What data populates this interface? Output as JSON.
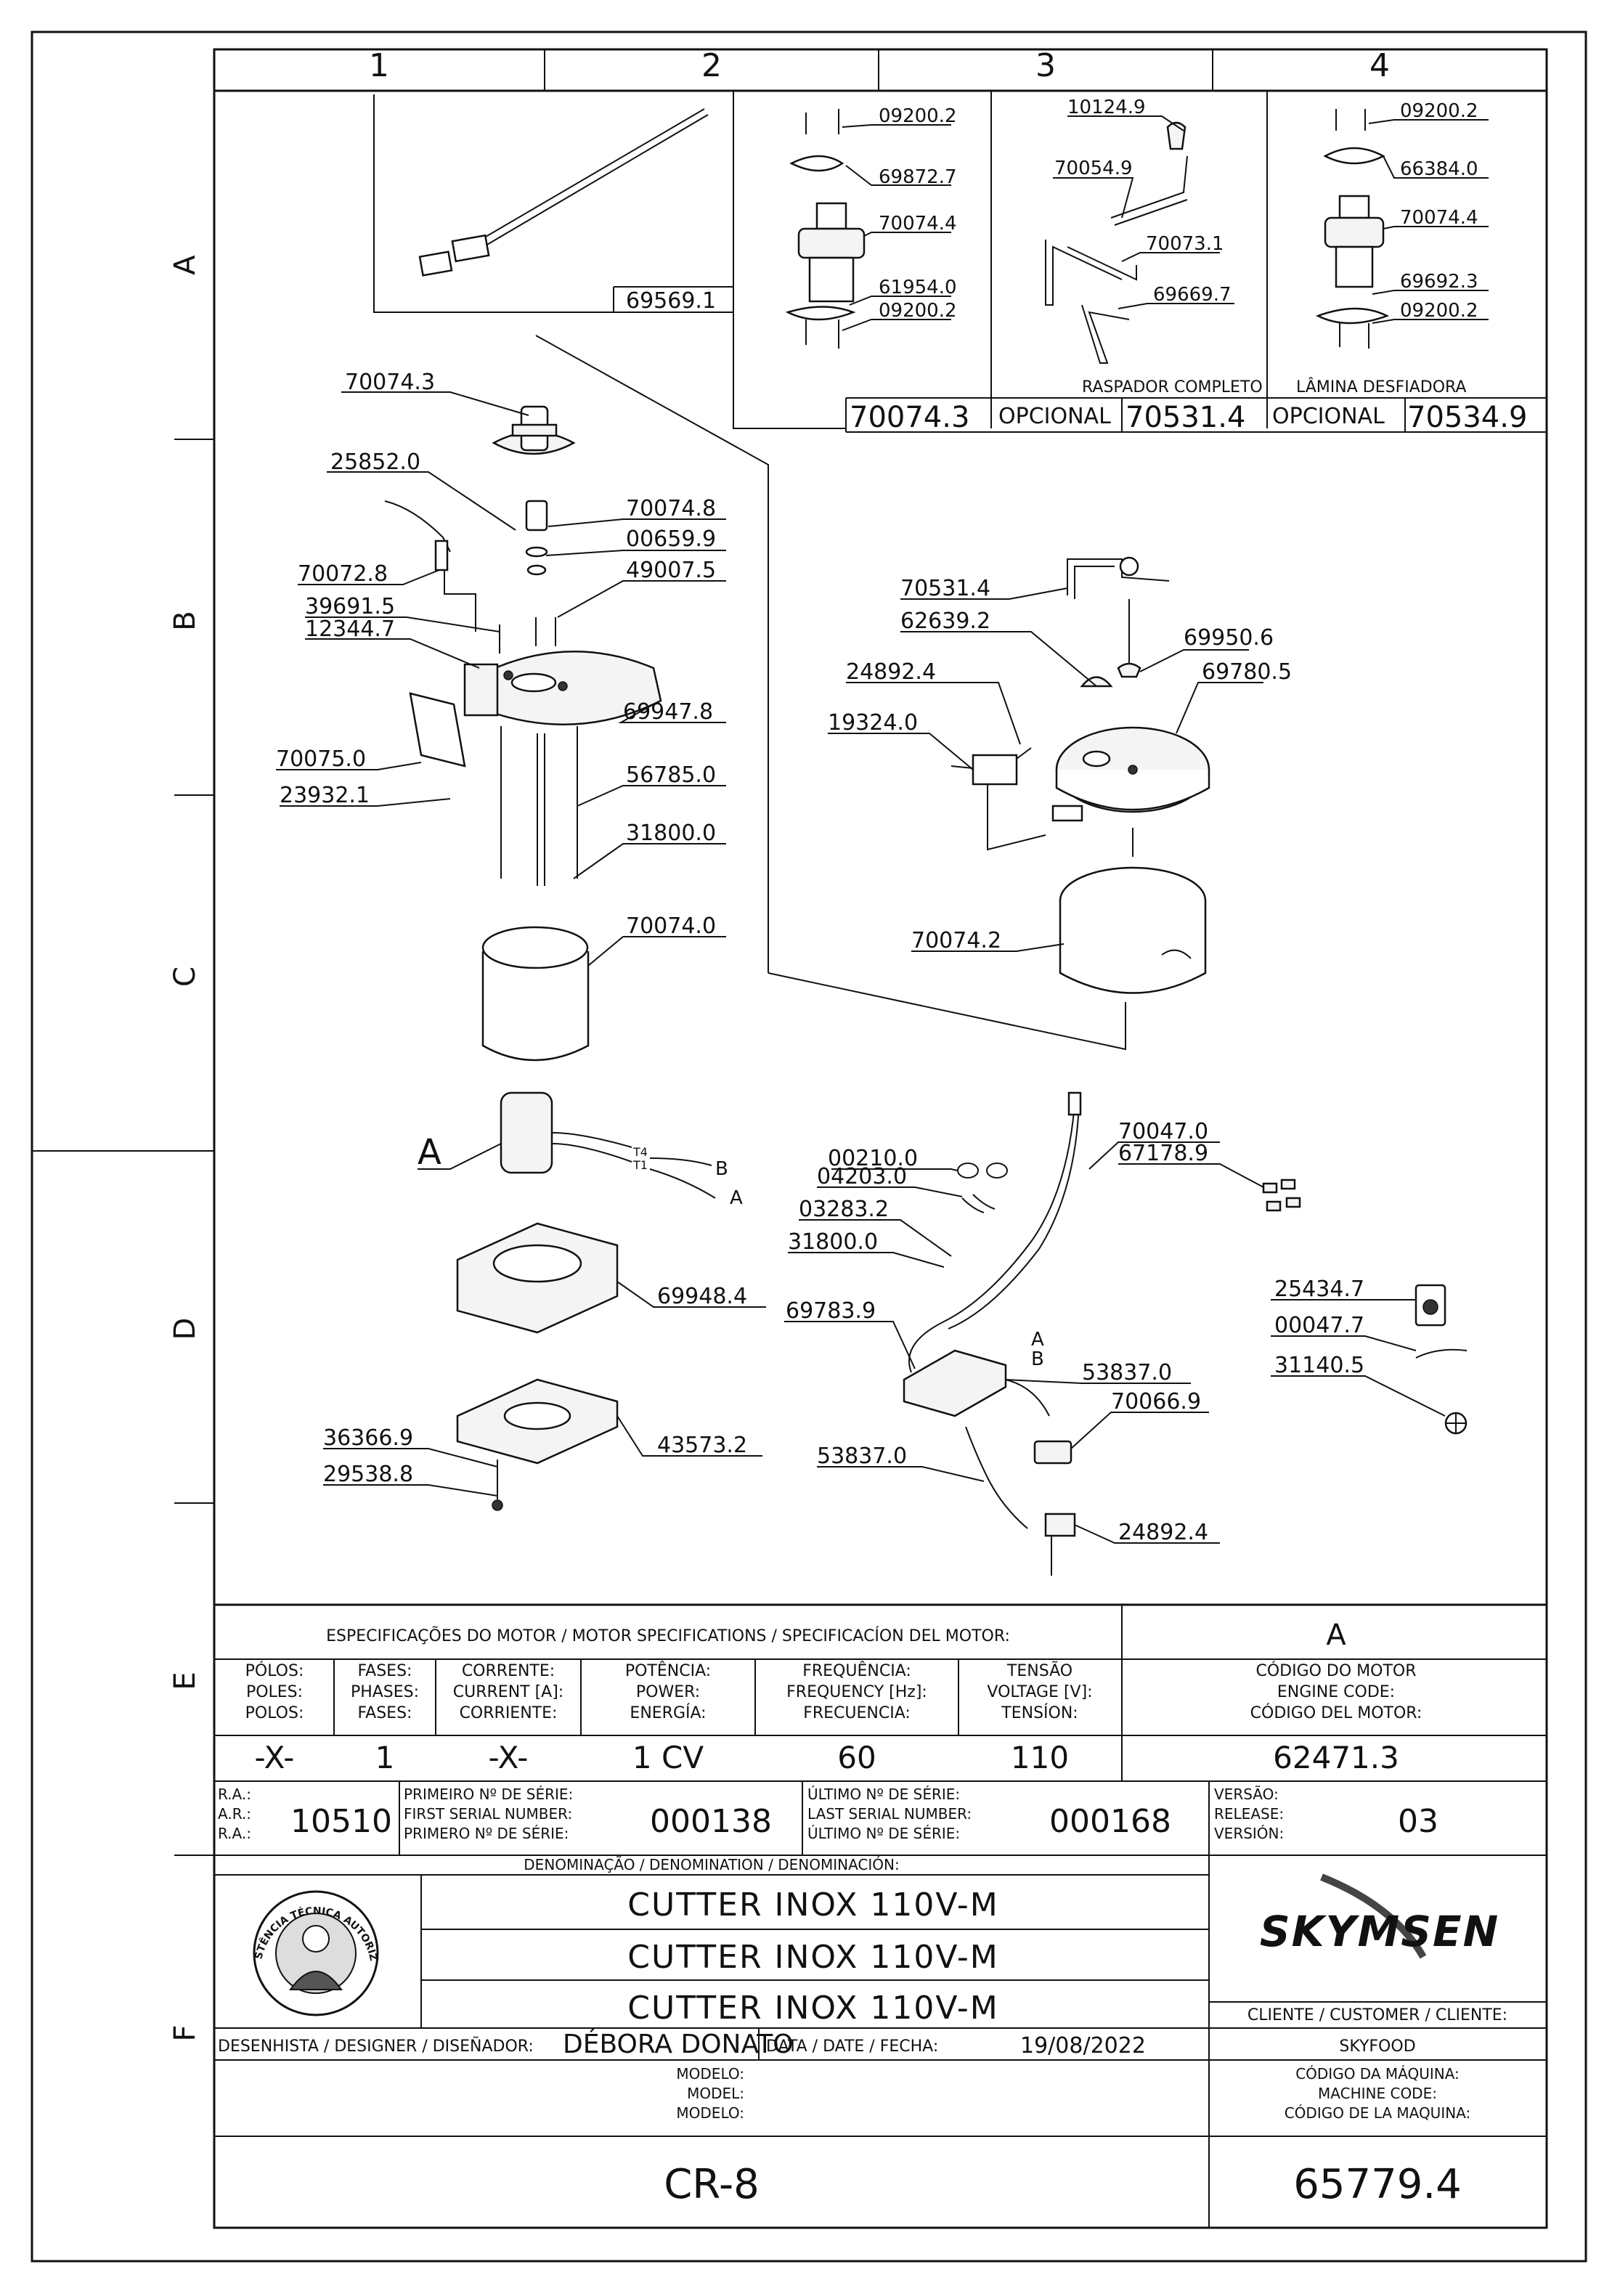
{
  "grid": {
    "columns": [
      "1",
      "2",
      "3",
      "4"
    ],
    "rows": [
      "A",
      "B",
      "C",
      "D",
      "E",
      "F"
    ]
  },
  "parts": {
    "p69569_1": "69569.1",
    "p70074_3_box": "70074.3",
    "opcional_1": "OPCIONAL",
    "p70531_4_box": "70531.4",
    "opcional_2": "OPCIONAL",
    "p70534_9_box": "70534.9",
    "raspador": "RASPADOR COMPLETO",
    "lamina": "LÂMINA  DESFIADORA",
    "k2_09200_2a": "09200.2",
    "k2_69872_7": "69872.7",
    "k2_70074_4": "70074.4",
    "k2_61954_0": "61954.0",
    "k2_09200_2b": "09200.2",
    "k3_10124_9": "10124.9",
    "k3_70054_9": "70054.9",
    "k3_70073_1": "70073.1",
    "k3_69669_7": "69669.7",
    "k4_09200_2a": "09200.2",
    "k4_66384_0": "66384.0",
    "k4_70074_4": "70074.4",
    "k4_69692_3": "69692.3",
    "k4_09200_2b": "09200.2",
    "p70074_3": "70074.3",
    "p25852_0": "25852.0",
    "p70074_8": "70074.8",
    "p00659_9": "00659.9",
    "p49007_5": "49007.5",
    "p70072_8": "70072.8",
    "p39691_5": "39691.5",
    "p12344_7": "12344.7",
    "p69947_8": "69947.8",
    "p70075_0": "70075.0",
    "p23932_1": "23932.1",
    "p56785_0": "56785.0",
    "p31800_0": "31800.0",
    "p70074_0": "70074.0",
    "motor_label": "A",
    "wire_t4": "T4",
    "wire_t1": "T1",
    "wire_b": "B",
    "wire_a": "A",
    "p69948_4": "69948.4",
    "p36366_9": "36366.9",
    "p29538_8": "29538.8",
    "p43573_2": "43573.2",
    "r70531_4": "70531.4",
    "r62639_2": "62639.2",
    "r69950_6": "69950.6",
    "r24892_4": "24892.4",
    "r69780_5": "69780.5",
    "r19324_0": "19324.0",
    "r70074_2": "70074.2",
    "e70047_0": "70047.0",
    "e67178_9": "67178.9",
    "e00210_0": "00210.0",
    "e04203_0": "04203.0",
    "e03283_2": "03283.2",
    "e31800_0": "31800.0",
    "e69783_9": "69783.9",
    "e_a": "A",
    "e_b": "B",
    "e53837_0a": "53837.0",
    "e70066_9": "70066.9",
    "e53837_0b": "53837.0",
    "e24892_4": "24892.4",
    "s25434_7": "25434.7",
    "s00047_7": "00047.7",
    "s31140_5": "31140.5"
  },
  "title_block": {
    "spec_header": "ESPECIFICAÇÕES DO MOTOR / MOTOR SPECIFICATIONS / SPECIFICACÍON DEL MOTOR:",
    "engine_letter": "A",
    "headers": [
      [
        "PÓLOS:",
        "POLES:",
        "POLOS:"
      ],
      [
        "FASES:",
        "PHASES:",
        "FASES:"
      ],
      [
        "CORRENTE:",
        "CURRENT [A]:",
        "CORRIENTE:"
      ],
      [
        "POTÊNCIA:",
        "POWER:",
        "ENERGÍA:"
      ],
      [
        "FREQUÊNCIA:",
        "FREQUENCY [Hz]:",
        "FRECUENCIA:"
      ],
      [
        "TENSÃO",
        "VOLTAGE [V]:",
        "TENSÍON:"
      ],
      [
        "CÓDIGO DO MOTOR",
        "ENGINE CODE:",
        "CÓDIGO DEL MOTOR:"
      ]
    ],
    "values": [
      "-X-",
      "1",
      "-X-",
      "1 CV",
      "60",
      "110",
      "62471.3"
    ],
    "ra_labels": [
      "R.A.:",
      "A.R.:",
      "R.A.:"
    ],
    "ra_value": "10510",
    "first_serial_labels": [
      "PRIMEIRO Nº DE SÉRIE:",
      "FIRST SERIAL NUMBER:",
      "PRIMERO Nº DE SÉRIE:"
    ],
    "first_serial": "000138",
    "last_serial_labels": [
      "ÚLTIMO Nº DE SÉRIE:",
      "LAST SERIAL NUMBER:",
      "ÚLTIMO Nº DE SÉRIE:"
    ],
    "last_serial": "000168",
    "version_labels": [
      "VERSÃO:",
      "RELEASE:",
      "VERSIÓN:"
    ],
    "version": "03",
    "denomination_header": "DENOMINAÇÃO / DENOMINATION / DENOMINACIÓN:",
    "denominations": [
      "CUTTER INOX 110V-M",
      "CUTTER INOX 110V-M",
      "CUTTER INOX 110V-M"
    ],
    "stamp_text": "ASSISTÊNCIA TÉCNICA AUTORIZADA",
    "brand": "SKYMSEN",
    "client_label": "CLIENTE / CUSTOMER / CLIENTE:",
    "client": "SKYFOOD",
    "designer_label": "DESENHISTA / DESIGNER / DISEÑADOR:",
    "designer": "DÉBORA DONATO",
    "date_label": "DATA / DATE / FECHA:",
    "date": "19/08/2022",
    "model_labels": [
      "MODELO:",
      "MODEL:",
      "MODELO:"
    ],
    "machine_code_labels": [
      "CÓDIGO DA MÁQUINA:",
      "MACHINE CODE:",
      "CÓDIGO DE LA MAQUINA:"
    ],
    "model": "CR-8",
    "machine_code": "65779.4"
  },
  "colors": {
    "line": "#111111",
    "paper": "#ffffff",
    "shade": "#f4f4f4"
  }
}
